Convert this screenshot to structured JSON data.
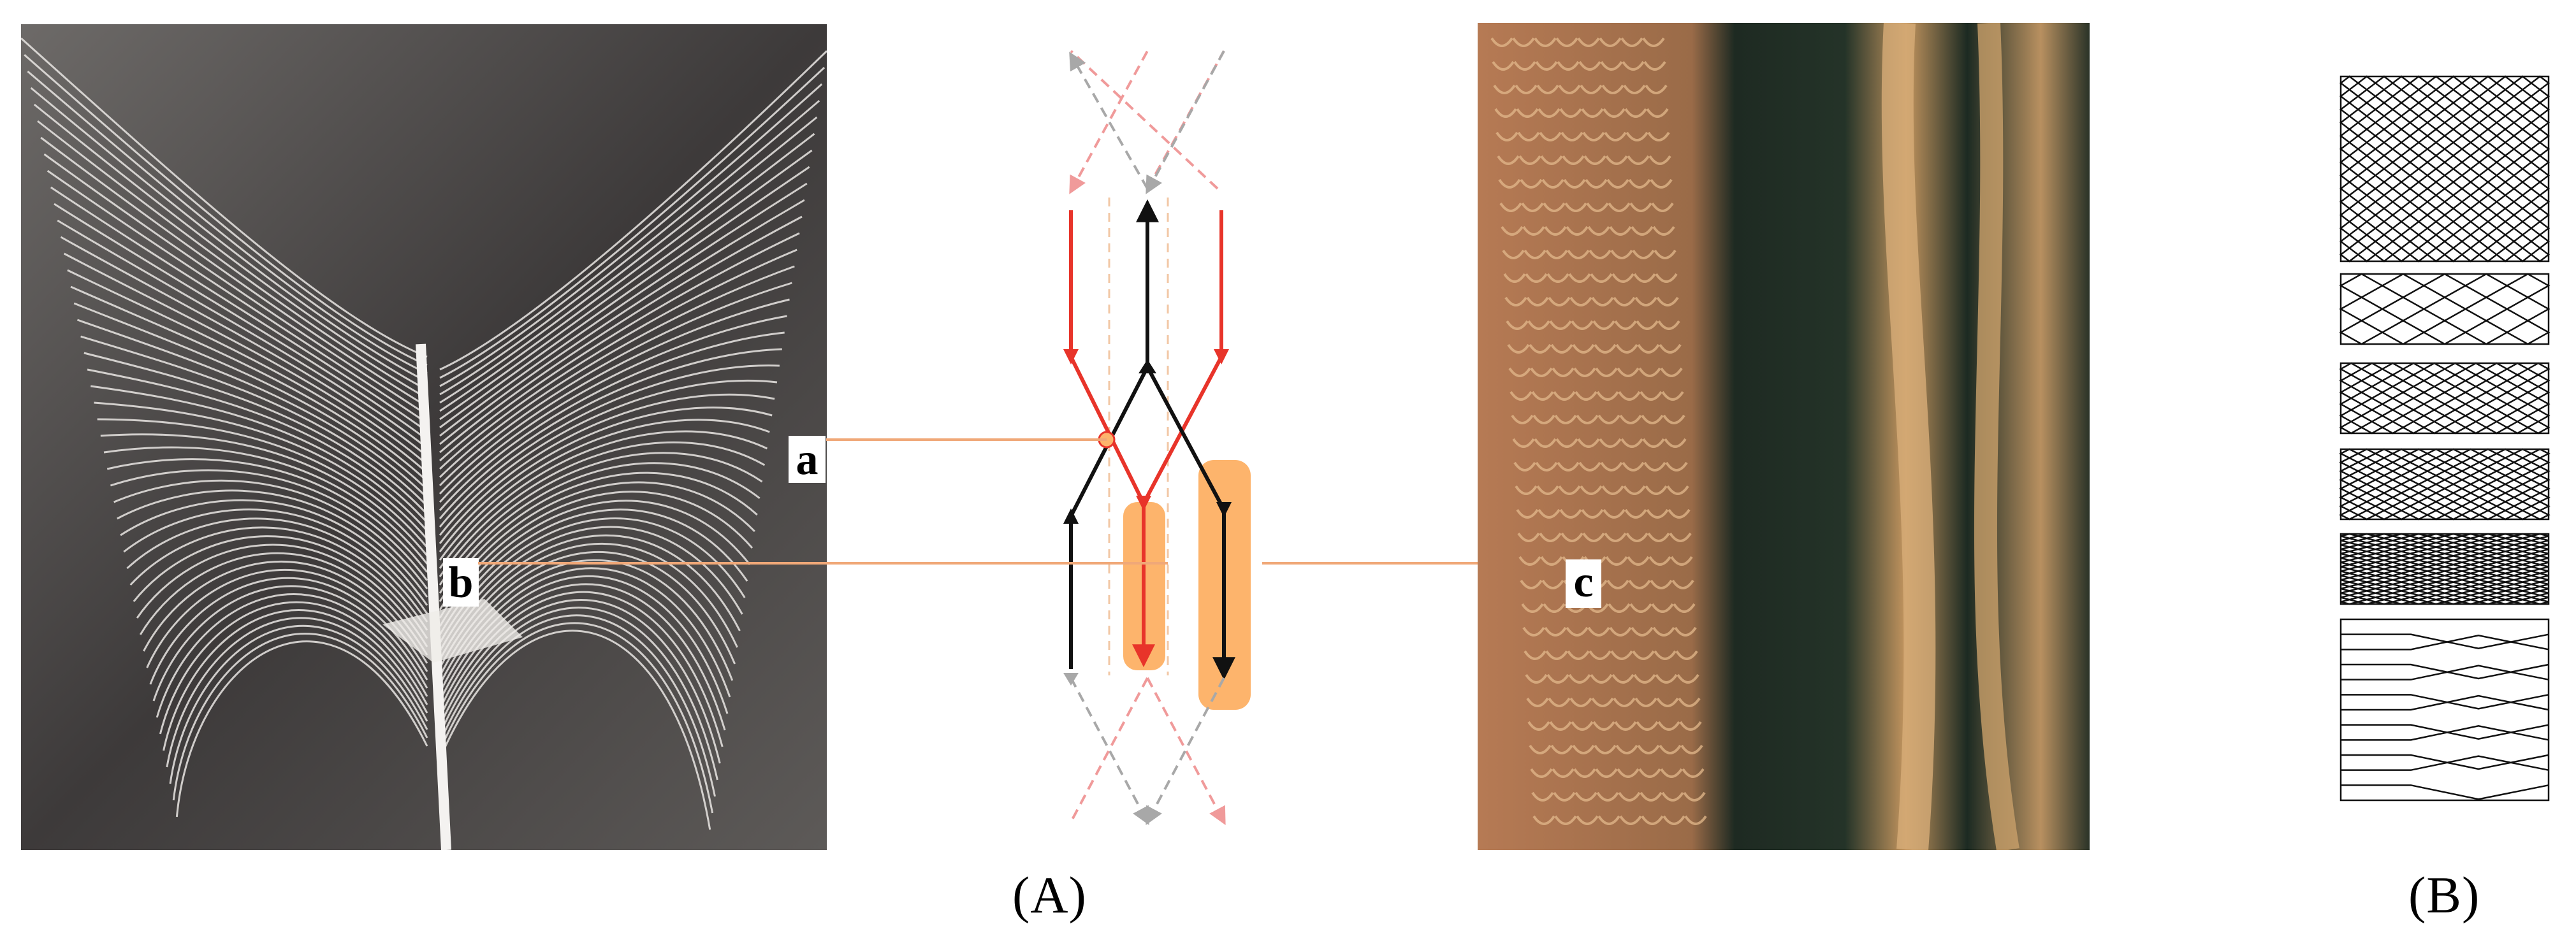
{
  "figure": {
    "captions": {
      "A": "(A)",
      "B": "(B)"
    },
    "labels": {
      "a": "a",
      "b": "b",
      "c": "c"
    }
  },
  "colors": {
    "thread_red": "#e8342a",
    "thread_black": "#111111",
    "leader_orange": "#f0a878",
    "highlight": "#fdb46c",
    "dash_gray": "#a8a8a8",
    "dash_red": "#f09a9a"
  },
  "icons": [
    "arrowhead-icon"
  ]
}
